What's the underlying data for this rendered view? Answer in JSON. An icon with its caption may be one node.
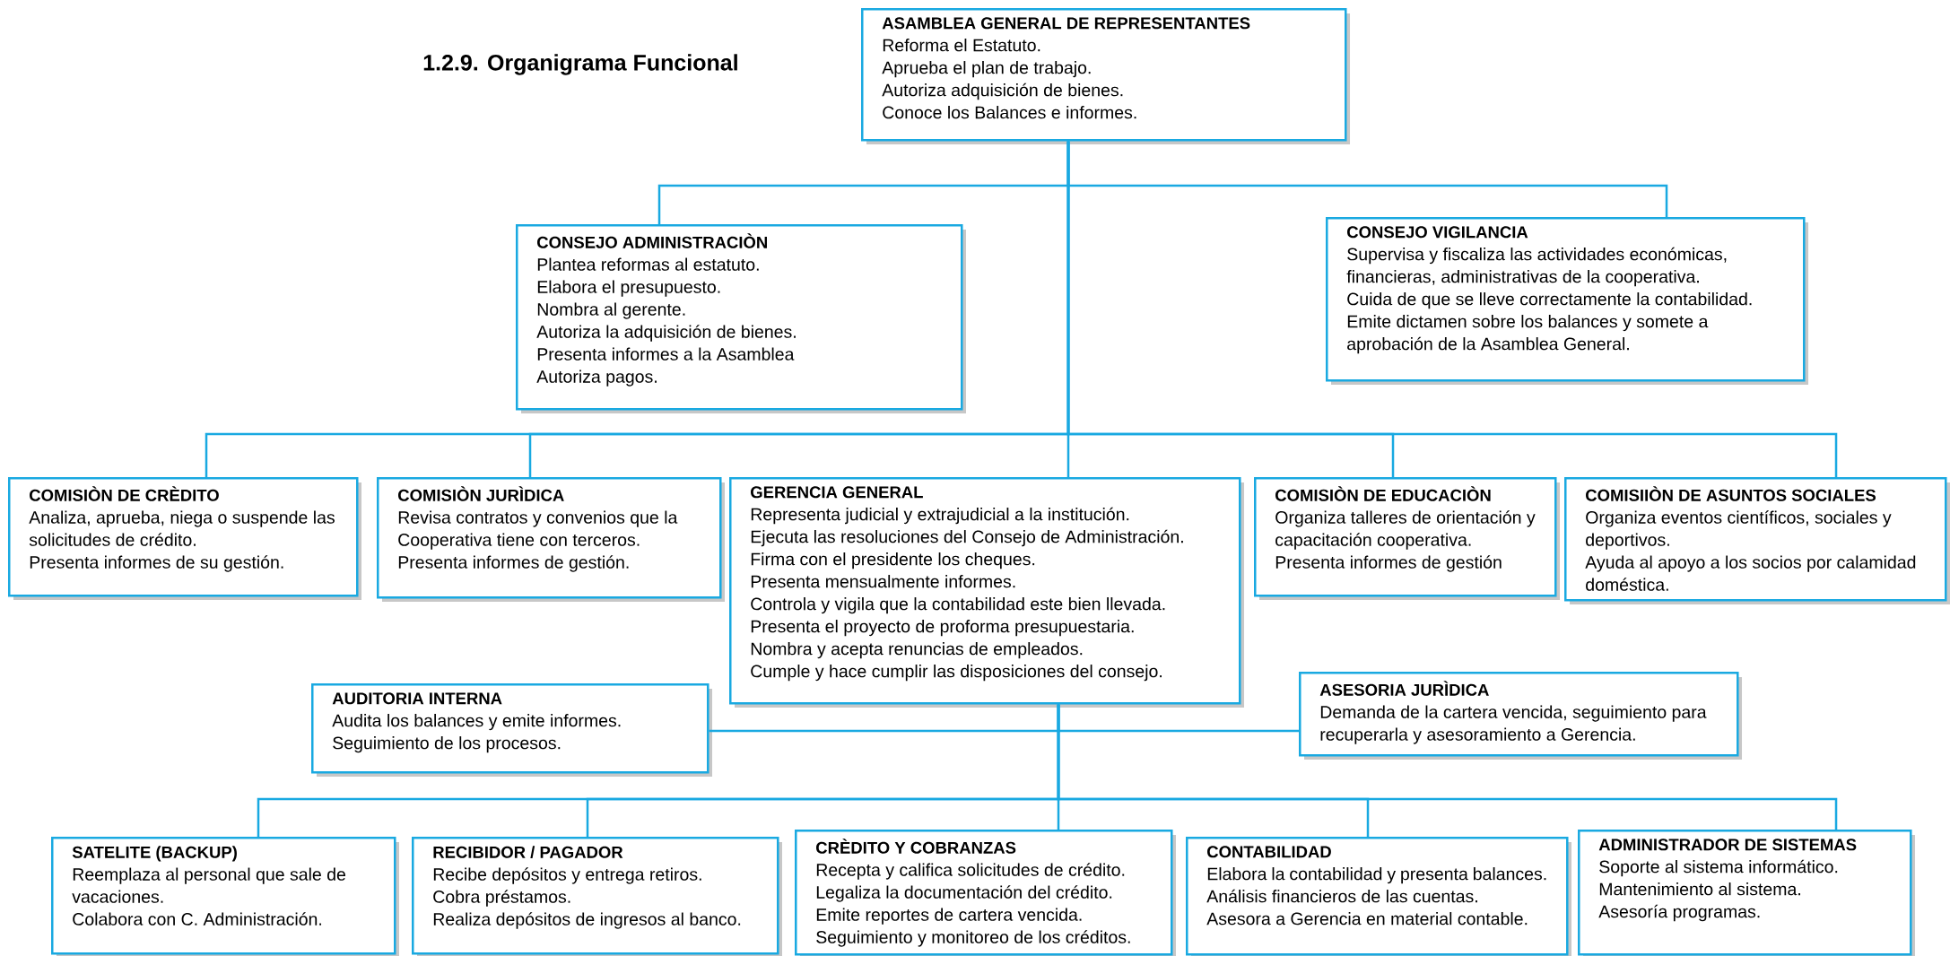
{
  "diagram": {
    "title": "1.2.9.   Organigrama Funcional",
    "nodes": [
      {
        "text": [
          "ASAMBLEA GENERAL DE REPRESENTANTES",
          "Reforma el Estatuto.",
          "Aprueba el plan de trabajo.",
          "Autoriza adquisición de bienes.",
          "Conoce los Balances e informes."
        ]
      },
      {
        "text": [
          "CONSEJO ADMINISTRACIÒN",
          "Plantea reformas al estatuto.",
          "Elabora el presupuesto.",
          "Nombra al gerente.",
          "Autoriza la adquisición de bienes.",
          "Presenta informes a la Asamblea",
          "Autoriza pagos."
        ]
      },
      {
        "text": [
          "CONSEJO VIGILANCIA",
          "Supervisa y fiscaliza las actividades económicas, financieras, administrativas de la cooperativa.",
          "Cuida de que se lleve correctamente la contabilidad.",
          "Emite dictamen sobre los balances y somete a aprobación de la Asamblea General."
        ]
      },
      {
        "text": [
          "COMISIÒN DE CRÈDITO",
          "Analiza, aprueba, niega o suspende las solicitudes de crédito.",
          "Presenta informes de su gestión."
        ]
      },
      {
        "text": [
          "COMISIÒN JURÌDICA",
          "Revisa contratos y convenios que la Cooperativa tiene con terceros.",
          "Presenta informes de gestión."
        ]
      },
      {
        "text": [
          "GERENCIA GENERAL",
          "Representa judicial y extrajudicial a la institución.",
          "Ejecuta las resoluciones del Consejo de Administración.",
          "Firma con el presidente los cheques.",
          "Presenta mensualmente informes.",
          "Controla y vigila que la contabilidad este bien llevada.",
          "Presenta el proyecto de proforma presupuestaria.",
          "Nombra y acepta renuncias de empleados.",
          "Cumple y hace cumplir las disposiciones del consejo."
        ]
      },
      {
        "text": [
          "COMISIÒN DE EDUCACIÒN",
          "Organiza talleres de orientación y capacitación cooperativa.",
          "Presenta informes de gestión"
        ]
      },
      {
        "text": [
          "COMISIIÒN DE ASUNTOS SOCIALES",
          "Organiza eventos científicos, sociales y deportivos.",
          "Ayuda al apoyo a los socios por calamidad doméstica."
        ]
      },
      {
        "text": [
          "AUDITORIA INTERNA",
          "Audita los balances y emite informes.",
          "Seguimiento de los procesos."
        ]
      },
      {
        "text": [
          "ASESORIA JURÌDICA",
          "Demanda de la cartera vencida, seguimiento para recuperarla y asesoramiento a Gerencia."
        ]
      },
      {
        "text": [
          "SATELITE (BACKUP)",
          "Reemplaza al personal que sale de vacaciones.",
          "Colabora con C. Administración."
        ]
      },
      {
        "text": [
          "RECIBIDOR / PAGADOR",
          "Recibe depósitos y entrega retiros.",
          "Cobra préstamos.",
          "Realiza depósitos de ingresos al banco."
        ]
      },
      {
        "text": [
          "CRÈDITO Y COBRANZAS",
          "Recepta y califica solicitudes de crédito.",
          "Legaliza la documentación del crédito.",
          "Emite reportes de cartera vencida.",
          "Seguimiento y monitoreo de los créditos."
        ]
      },
      {
        "text": [
          "CONTABILIDAD",
          "Elabora la contabilidad y presenta balances.",
          "Análisis financieros de las cuentas.",
          "Asesora a Gerencia en material contable."
        ]
      },
      {
        "text": [
          "ADMINISTRADOR DE SISTEMAS",
          "Soporte al sistema informático.",
          "Mantenimiento al sistema.",
          "Asesoría programas."
        ]
      }
    ],
    "edges": [
      {
        "from": 0,
        "to": 1,
        "arrow": "none"
      },
      {
        "from": 0,
        "to": 2,
        "arrow": "none"
      },
      {
        "from": 0,
        "to": 3,
        "arrow": "none"
      },
      {
        "from": 0,
        "to": 4,
        "arrow": "none"
      },
      {
        "from": 0,
        "to": 5,
        "arrow": "none"
      },
      {
        "from": 0,
        "to": 6,
        "arrow": "none"
      },
      {
        "from": 0,
        "to": 7,
        "arrow": "none"
      },
      {
        "from": 5,
        "to": 8,
        "arrow": "none"
      },
      {
        "from": 5,
        "to": 9,
        "arrow": "none"
      },
      {
        "from": 5,
        "to": 10,
        "arrow": "none"
      },
      {
        "from": 5,
        "to": 11,
        "arrow": "none"
      },
      {
        "from": 5,
        "to": 12,
        "arrow": "none"
      },
      {
        "from": 5,
        "to": 13,
        "arrow": "none"
      },
      {
        "from": 5,
        "to": 14,
        "arrow": "none"
      }
    ]
  }
}
